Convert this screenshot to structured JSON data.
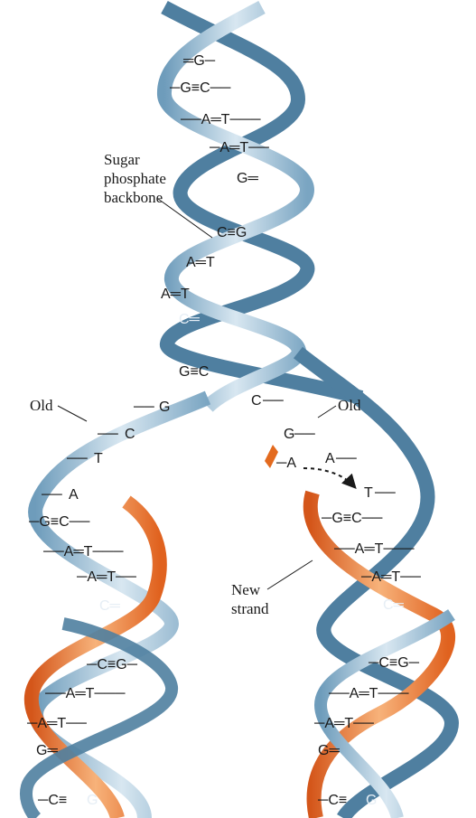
{
  "labels": {
    "backbone_line1": "Sugar",
    "backbone_line2": "phosphate",
    "backbone_line3": "backbone",
    "old_left": "Old",
    "old_right": "Old",
    "new_line1": "New",
    "new_line2": "strand"
  },
  "parent_pairs": [
    {
      "text": "C≡G"
    },
    {
      "text": "A═T"
    },
    {
      "text": "A═T"
    },
    {
      "text": "G≡C"
    }
  ],
  "fork_bases": {
    "left": [
      "G",
      "C",
      "T",
      "A"
    ],
    "right": [
      "C",
      "G",
      "A",
      "T"
    ]
  },
  "colors": {
    "old_strand": "#5e8fb0",
    "old_strand_light": "#b9d3e5",
    "new_strand": "#e36a1e",
    "new_strand_light": "#f6b179"
  }
}
